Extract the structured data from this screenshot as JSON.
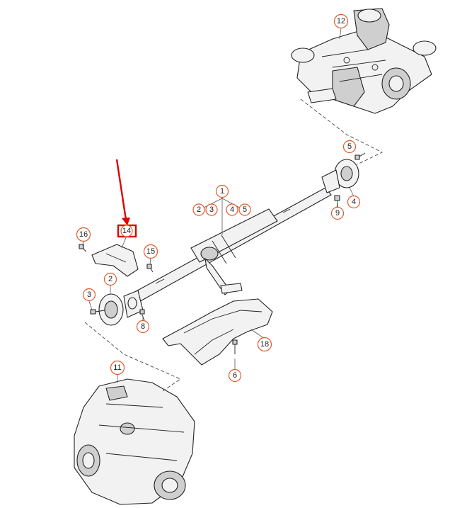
{
  "callouts": {
    "c1": "1",
    "c2": "2",
    "c3": "3",
    "c4": "4",
    "c5": "5",
    "c6": "6",
    "c8": "8",
    "c9": "9",
    "c11": "11",
    "c12": "12",
    "c14": "14",
    "c15": "15",
    "c16": "16",
    "c18": "18",
    "sub2": "2",
    "sub3": "3",
    "sub4": "4",
    "sub5": "5"
  },
  "colors": {
    "callout": "#e2592b",
    "arrow": "#e00000",
    "highlight": "#e00000"
  },
  "highlighted_part": "14"
}
